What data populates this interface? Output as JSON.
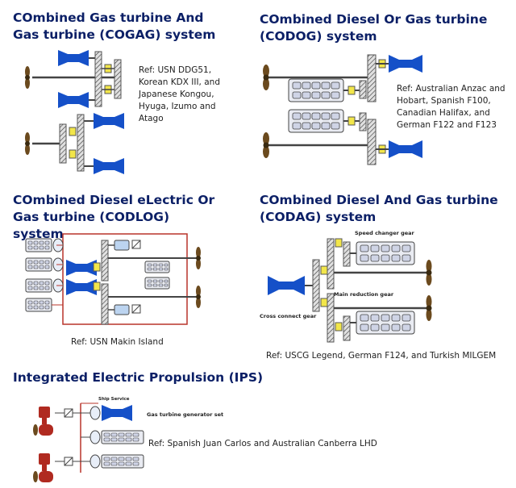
{
  "panels": {
    "cogag": {
      "title": "COmbined Gas turbine And Gas turbine (COGAG) system",
      "ref": "Ref: USN DDG51,\nKorean KDX III, and\nJapanese Kongou,\nHyuga, Izumo and\nAtago"
    },
    "codog": {
      "title": "COmbined Diesel Or Gas turbine (CODOG) system",
      "ref": "Ref: Australian Anzac and\nHobart, Spanish F100,\nCanadian Halifax, and\nGerman F122 and F123"
    },
    "codlog": {
      "title": "COmbined Diesel eLectric Or Gas turbine (CODLOG) system",
      "ref": "Ref: USN Makin Island"
    },
    "codag": {
      "title": "COmbined Diesel And Gas turbine (CODAG) system",
      "ref": "Ref:  USCG Legend, German F124, and Turkish MILGEM",
      "labels": {
        "speed_changer": "Speed changer gear",
        "main_reduction": "Main reduction gear",
        "cross_connect": "Cross connect gear"
      }
    },
    "ips": {
      "title": "Integrated Electric Propulsion (IPS)",
      "ref": "Ref: Spanish Juan Carlos and Australian Canberra LHD",
      "labels": {
        "ship_service": "Ship Service",
        "gas_turbine_set": "Gas turbine generator set"
      }
    }
  },
  "colors": {
    "title": "#0b1f66",
    "turbine": "#1550c8",
    "gear": "#d8d8d8",
    "clutch": "#f2e64a",
    "diesel": "#cfd4e6",
    "propeller": "#6b4a1e",
    "bus": "#b8342a",
    "motor": "#b02a20"
  }
}
